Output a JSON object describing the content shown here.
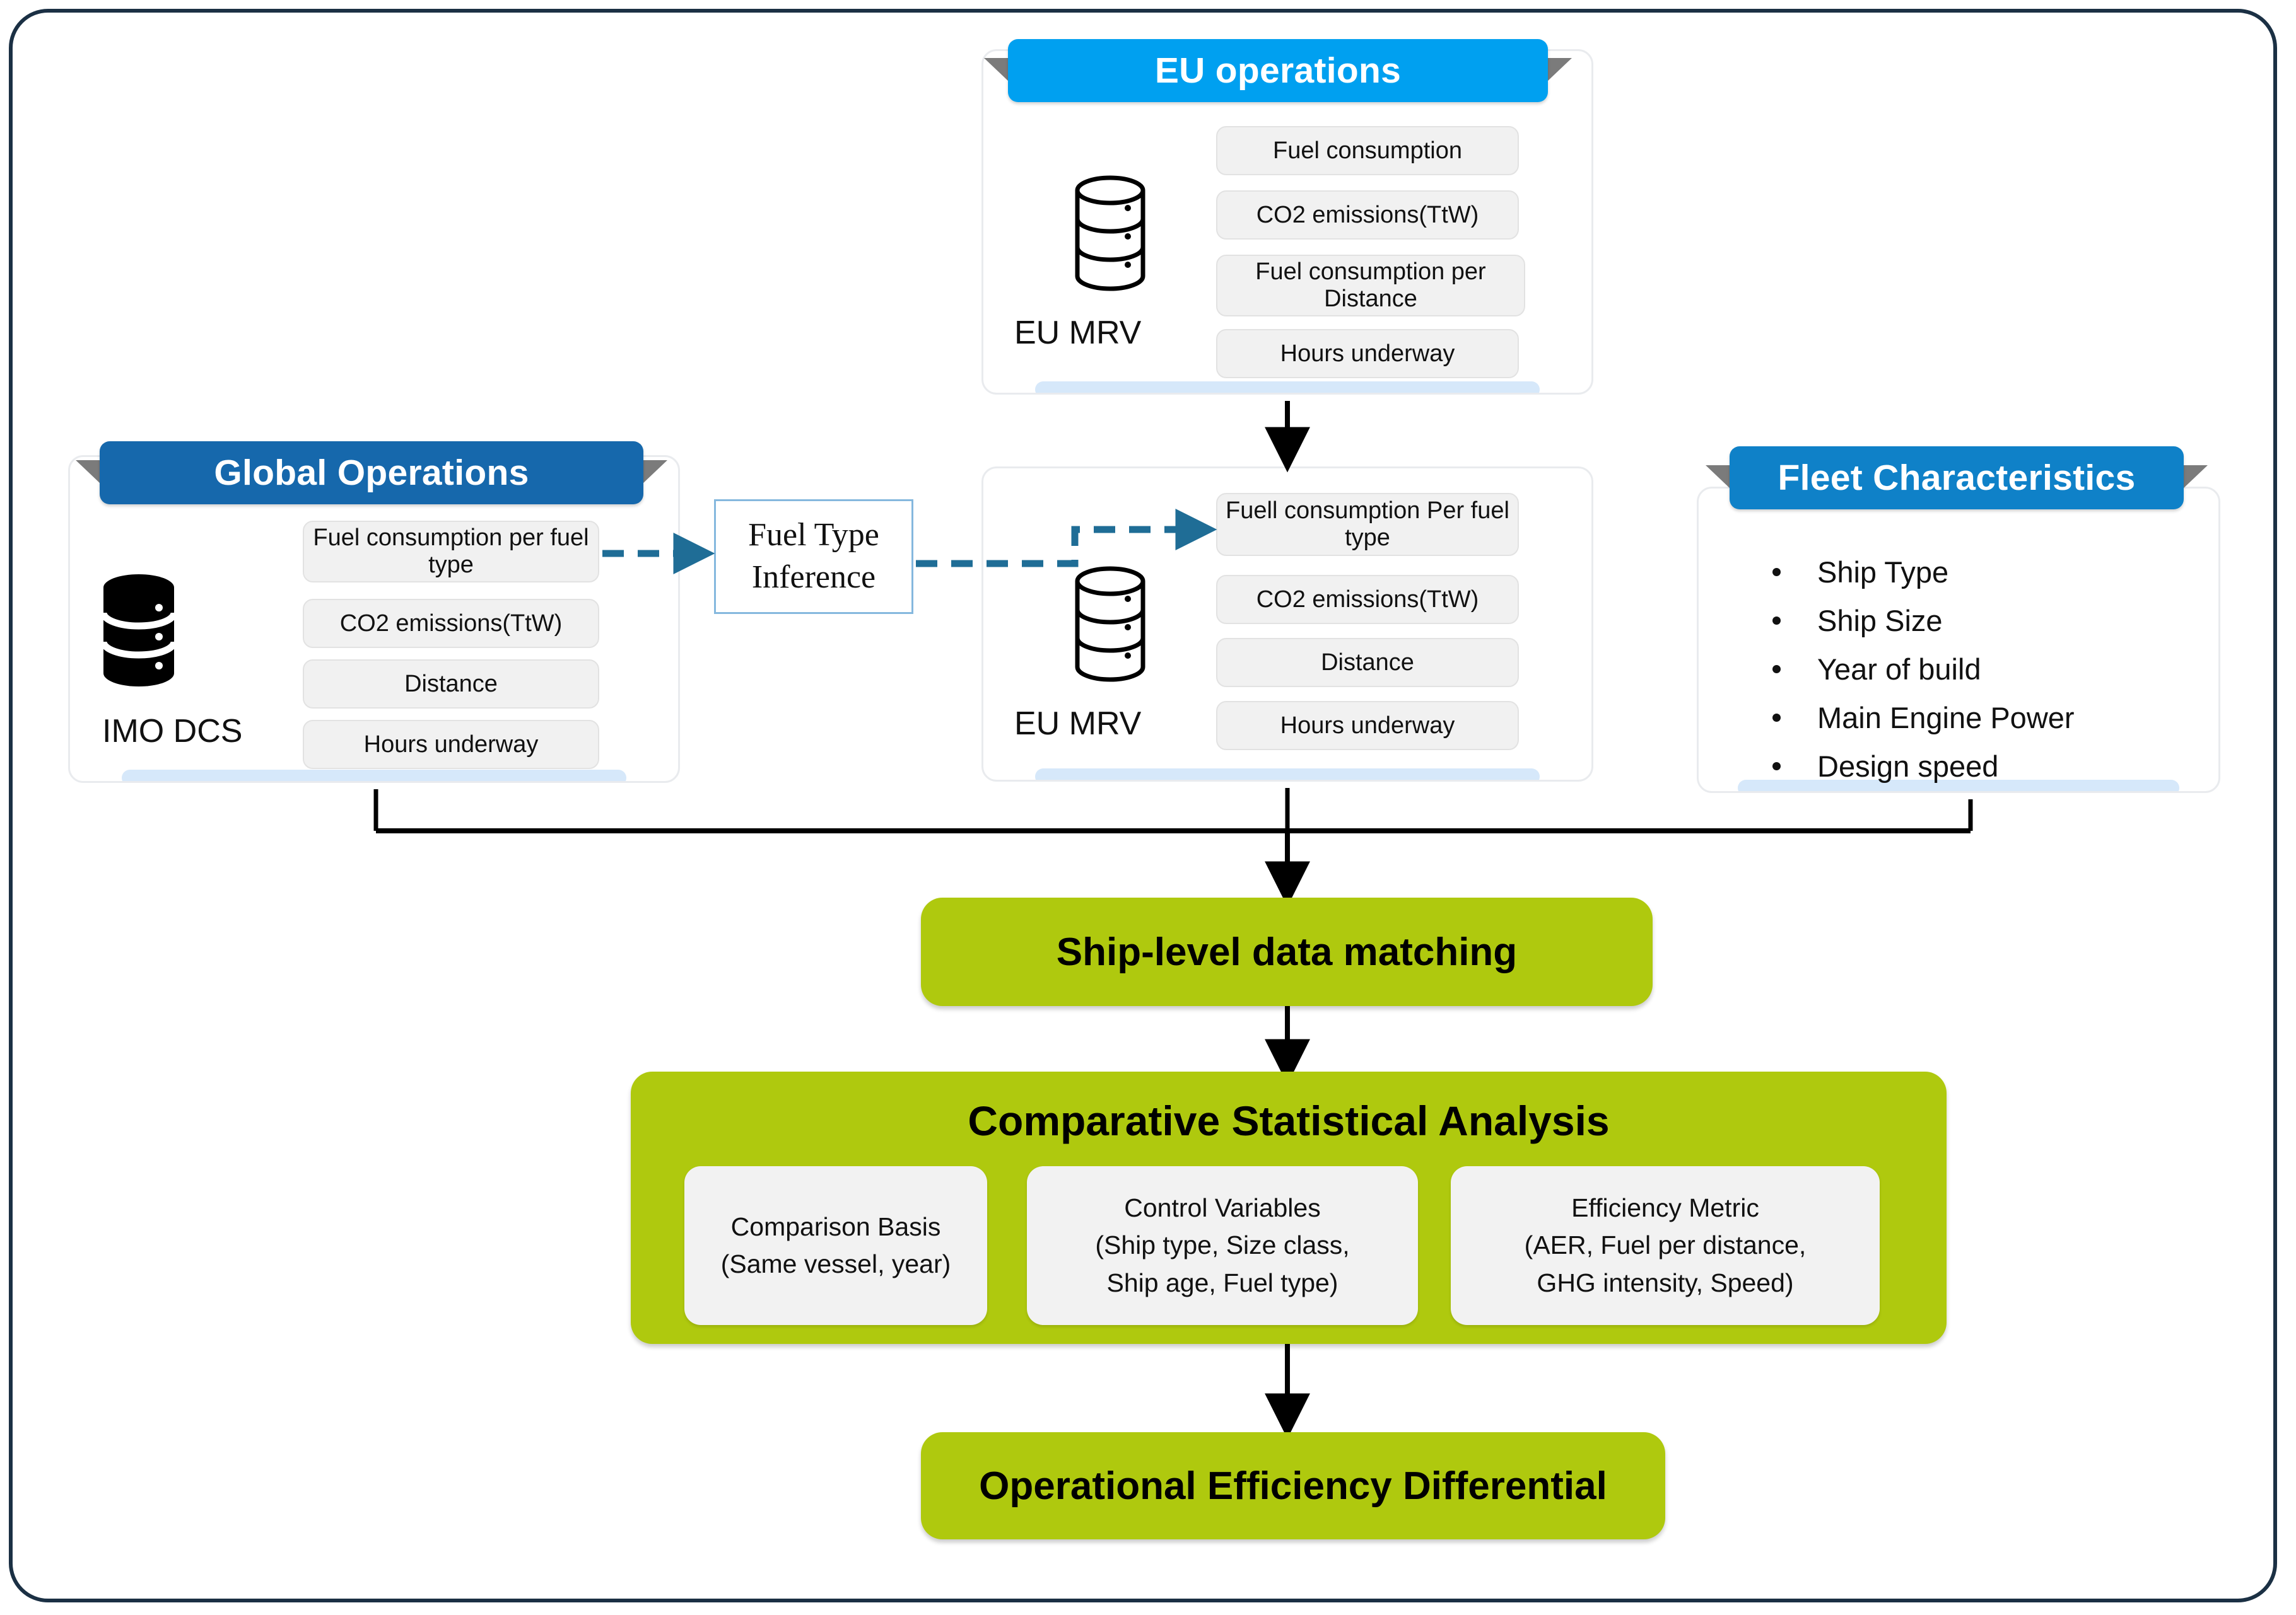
{
  "colors": {
    "frame_border": "#1b3044",
    "banner_eu": "#00a0f0",
    "banner_global": "#1668ac",
    "banner_fleet": "#0f81c8",
    "green": "#afc90e",
    "dashed_arrow": "#1f6d96",
    "solid_arrow": "#000000",
    "pill_fill": "#f1f1f1",
    "card_bottom_bar": "#d6e8fa"
  },
  "cards": {
    "eu_operations": {
      "title": "EU operations",
      "db_label": "EU MRV",
      "db_icon": "database-cylinder-icon",
      "items": [
        "Fuel consumption",
        "CO2 emissions(TtW)",
        "Fuel consumption per Distance",
        "Hours underway"
      ]
    },
    "global_operations": {
      "title": "Global Operations",
      "db_label": "IMO DCS",
      "db_icon": "database-cylinder-filled-icon",
      "items": [
        "Fuel consumption per fuel type",
        "CO2 emissions(TtW)",
        "Distance",
        "Hours underway"
      ]
    },
    "eu_mrv_matched": {
      "title": "",
      "db_label": "EU MRV",
      "db_icon": "database-cylinder-icon",
      "items": [
        "Fuell consumption Per fuel type",
        "CO2 emissions(TtW)",
        "Distance",
        "Hours underway"
      ]
    },
    "fleet_characteristics": {
      "title": "Fleet Characteristics",
      "items": [
        "Ship Type",
        "Ship Size",
        "Year of build",
        "Main Engine Power",
        "Design speed"
      ]
    }
  },
  "inference_box": {
    "line1": "Fuel Type",
    "line2": "Inference"
  },
  "process": {
    "ship_level_matching": "Ship-level data matching",
    "comparative_analysis": {
      "title": "Comparative Statistical Analysis",
      "panels": [
        {
          "line1": "Comparison Basis",
          "line2": "(Same vessel, year)",
          "line3": ""
        },
        {
          "line1": "Control Variables",
          "line2": "(Ship type, Size class,",
          "line3": "Ship age, Fuel type)"
        },
        {
          "line1": "Efficiency Metric",
          "line2": "(AER, Fuel per distance,",
          "line3": "GHG intensity, Speed)"
        }
      ]
    },
    "outcome": "Operational Efficiency Differential"
  }
}
